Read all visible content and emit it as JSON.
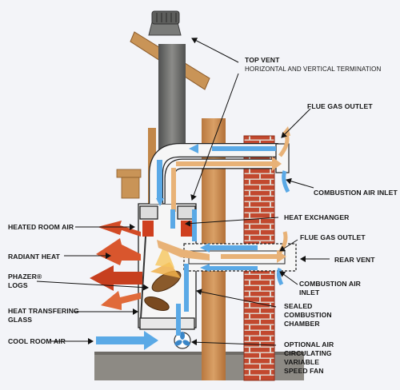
{
  "labels": {
    "top_vent": "TOP VENT",
    "top_vent_sub": "HORIZONTAL AND VERTICAL TERMINATION",
    "flue_gas_outlet_top": "FLUE GAS OUTLET",
    "combustion_air_inlet_top": "COMBUSTION AIR INLET",
    "heat_exchanger": "HEAT EXCHANGER",
    "flue_gas_outlet_mid": "FLUE GAS OUTLET",
    "rear_vent": "REAR VENT",
    "combustion_air_inlet_mid": [
      "COMBUSTION AIR",
      "INLET"
    ],
    "sealed_chamber": [
      "SEALED",
      "COMBUSTION",
      "CHAMBER"
    ],
    "optional_fan": [
      "OPTIONAL AIR",
      "CIRCULATING",
      "VARIABLE",
      "SPEED FAN"
    ],
    "heated_room_air": "HEATED ROOM AIR",
    "radiant_heat": "RADIANT HEAT",
    "phazer_logs": [
      "PHAZER®",
      "LOGS"
    ],
    "heat_transfer_glass": [
      "HEAT TRANSFERING",
      "GLASS"
    ],
    "cool_room_air": "COOL ROOM AIR"
  },
  "colors": {
    "cool_air": "#5aa9e6",
    "warm_gas": "#e8b277",
    "radiant": "#d24a25",
    "pipe": "#6d6d6b",
    "wood": "#c58a4e",
    "brick": "#c2482e"
  }
}
